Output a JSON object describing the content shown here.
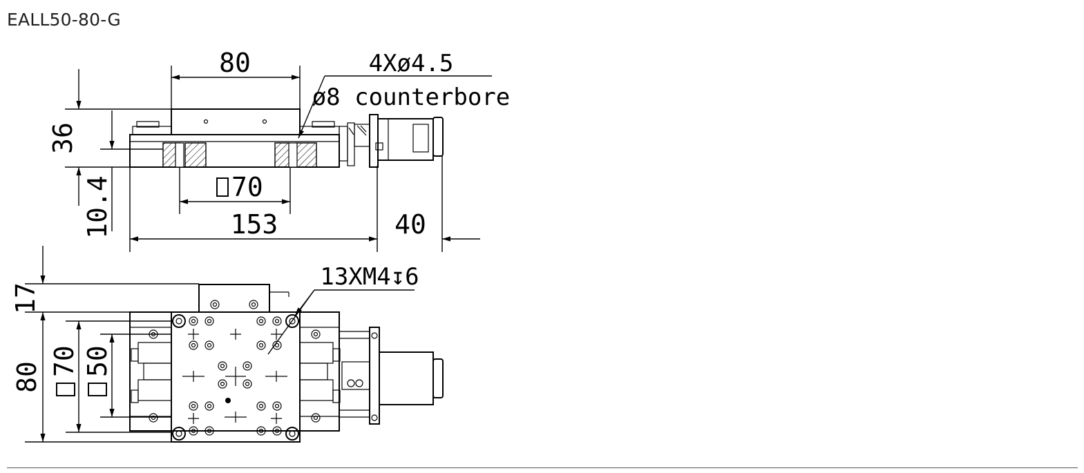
{
  "drawing": {
    "title": "EALL50-80-G",
    "side_view": {
      "dim_top_width": "80",
      "dim_height": "36",
      "dim_base_height": "10.4",
      "dim_inner_square": "70",
      "dim_total_length": "153",
      "dim_motor_length": "40",
      "hole_note_line1": "4Xø4.5",
      "hole_note_line2": "ø8 counterbore"
    },
    "top_view": {
      "dim_offset": "17",
      "dim_width": "80",
      "dim_square_outer": "70",
      "dim_square_inner": "50",
      "thread_note": "13XM4↧6"
    }
  }
}
